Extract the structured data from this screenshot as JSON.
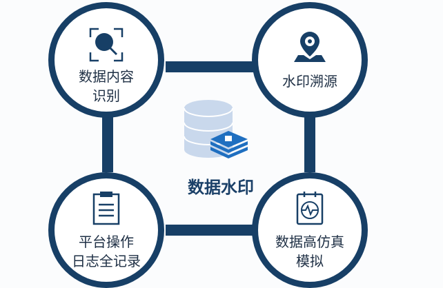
{
  "center": {
    "title": "数据水印"
  },
  "nodes": [
    {
      "line1": "数据内容",
      "line2": "识别"
    },
    {
      "line1": "水印溯源",
      "line2": ""
    },
    {
      "line1": "平台操作",
      "line2": "日志全记录"
    },
    {
      "line1": "数据高仿真",
      "line2": "模拟"
    }
  ],
  "colors": {
    "primary": "#173f66",
    "db": "#c9d8ec",
    "accent": "#1f6fc0"
  }
}
